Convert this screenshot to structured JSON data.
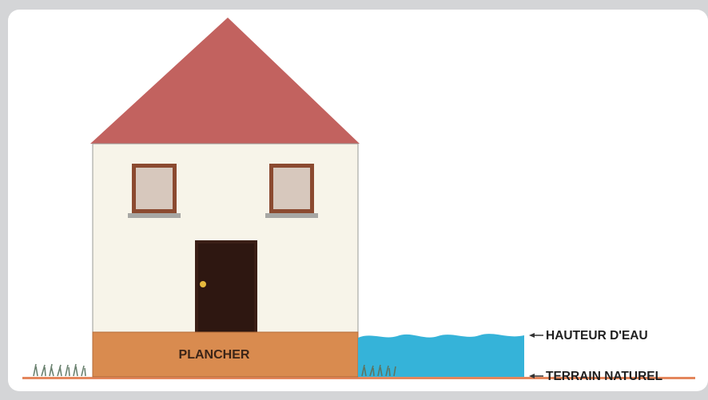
{
  "diagram": {
    "floor_label": "PLANCHER",
    "water_height_label": "HAUTEUR D'EAU",
    "ground_label": "TERRAIN NATUREL"
  },
  "colors": {
    "background": "#d4d5d7",
    "card": "#ffffff",
    "roof": "#c2625f",
    "wall": "#f7f4e9",
    "floor_base": "#d98b4f",
    "door": "#3a1e16",
    "window_frame": "#8b4a30",
    "window_glass": "#d7c8bd",
    "water": "#35b3d9",
    "ground_line": "#e4865c",
    "grass": "#6b8270"
  },
  "icons": {
    "door_knob": "door-knob-icon",
    "grass": "grass-tuft-icon",
    "arrow": "pointer-arrow-icon"
  }
}
